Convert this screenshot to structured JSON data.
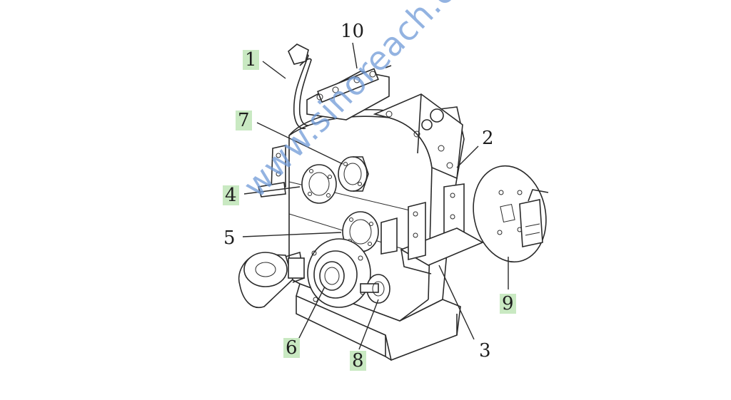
{
  "labels": {
    "l1": "1",
    "l2": "2",
    "l3": "3",
    "l4": "4",
    "l5": "5",
    "l6": "6",
    "l7": "7",
    "l8": "8",
    "l9": "9",
    "l10": "10"
  },
  "watermark": "www.sinoreach.cn",
  "colors": {
    "label_highlight": "#c9e9c2",
    "watermark": "#6f9ad8",
    "line": "#2a2a2a"
  }
}
